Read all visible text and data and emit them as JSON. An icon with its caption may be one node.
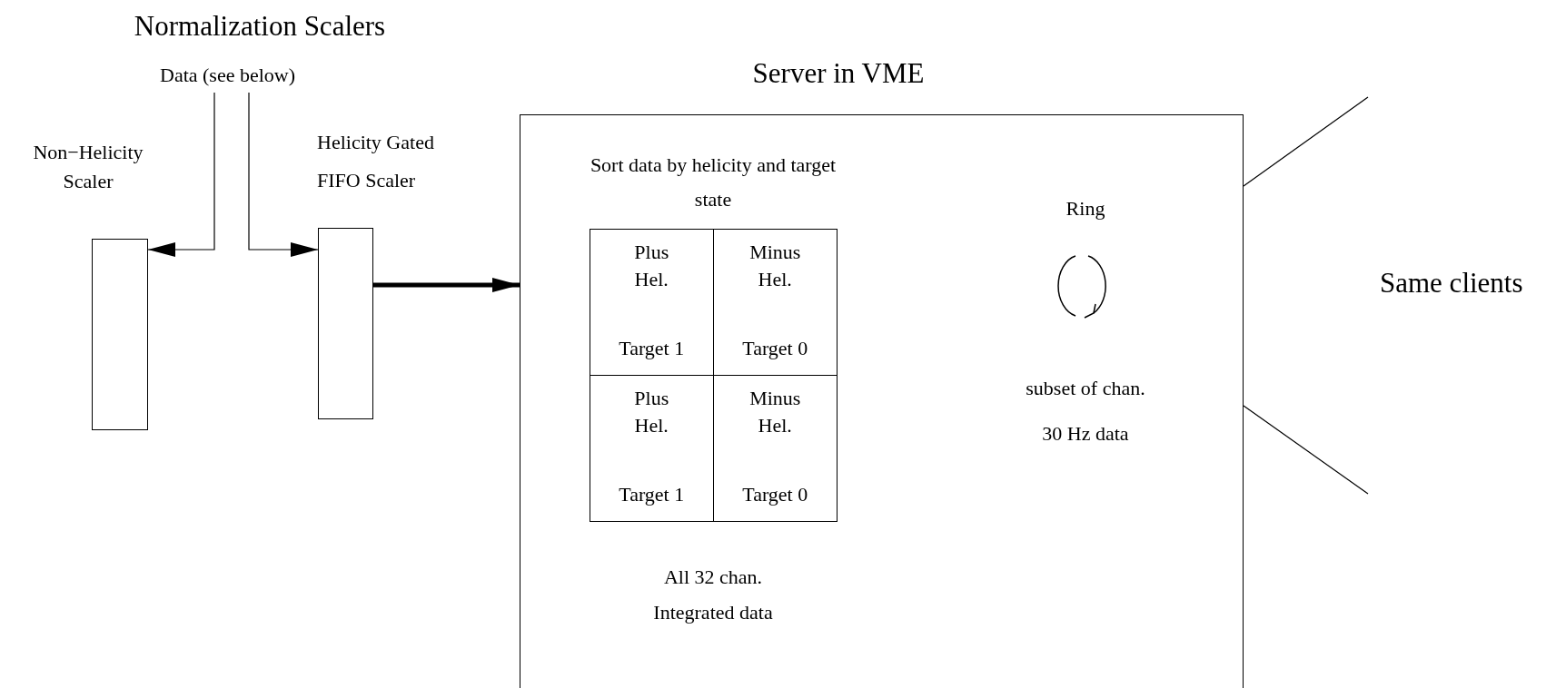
{
  "diagram": {
    "nodes": [
      {
        "text": [
          "Data  (see below)"
        ]
      },
      {
        "text": [
          "Non−Helicity Scaler"
        ]
      },
      {
        "text": [
          "Helicity Gated FIFO  Scaler"
        ]
      },
      {
        "text": [
          "Server  in VME"
        ]
      },
      {
        "text": [
          "Sort data by  helicity and target state"
        ],
        "in": 3
      },
      {
        "text": [
          "Plus Hel.",
          "Target 1"
        ],
        "in": 4
      },
      {
        "text": [
          "Minus Hel.",
          "Target 0"
        ],
        "in": 4
      },
      {
        "text": [
          "Plus Hel.",
          "Target 1"
        ],
        "in": 4
      },
      {
        "text": [
          "Minus Hel.",
          "Target 0"
        ],
        "in": 4
      },
      {
        "text": [
          "Same clients"
        ]
      }
    ],
    "edges": [
      {
        "from": 0,
        "to": 1,
        "arrow": "to"
      },
      {
        "from": 0,
        "to": 2,
        "arrow": "to"
      },
      {
        "from": 2,
        "to": 3,
        "arrow": "to",
        "style": "thick"
      },
      {
        "from": 3,
        "to": null,
        "arrow": "none"
      },
      {
        "from": 3,
        "to": null,
        "arrow": "none"
      }
    ],
    "labels": [
      "Normalization  Scalers",
      "Ring",
      "subset of chan.",
      "30 Hz data",
      "All 32 chan.",
      "Integrated data"
    ]
  }
}
